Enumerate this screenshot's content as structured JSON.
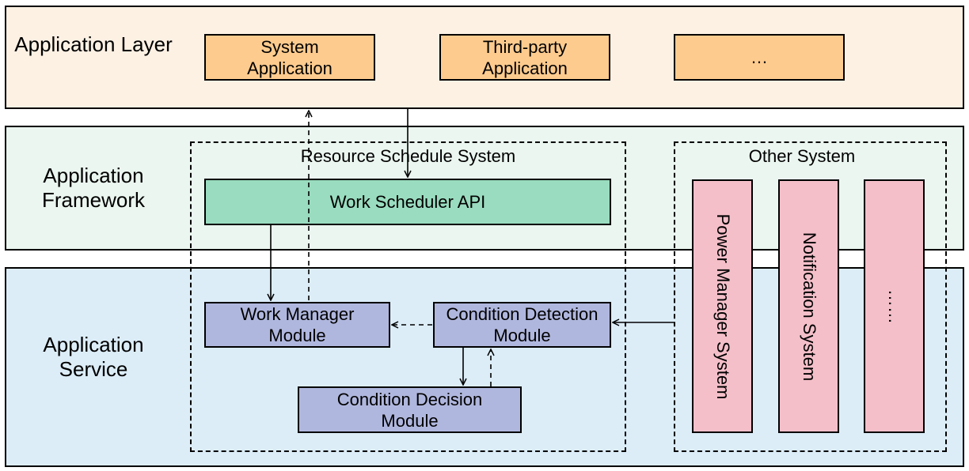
{
  "layers": {
    "application": "Application Layer",
    "framework": "Application Framework",
    "service": "Application Service"
  },
  "app_boxes": {
    "system": "System Application",
    "third_party": "Third-party Application",
    "more": "…"
  },
  "resource_schedule": {
    "title": "Resource Schedule System",
    "api": "Work Scheduler API",
    "work_manager": "Work Manager Module",
    "condition_detection": "Condition Detection Module",
    "condition_decision": "Condition Decision Module"
  },
  "other_system": {
    "title": "Other System",
    "power_manager": "Power Manager System",
    "notification": "Notification System",
    "more": "……"
  },
  "colors": {
    "app_layer_bg": "#fdf1e4",
    "framework_bg": "#ebf6f0",
    "service_bg": "#dcedf8",
    "app_box": "#fdcb8e",
    "api_box": "#99dcbf",
    "module_box": "#b0b7de",
    "system_box": "#f4bfc9"
  }
}
